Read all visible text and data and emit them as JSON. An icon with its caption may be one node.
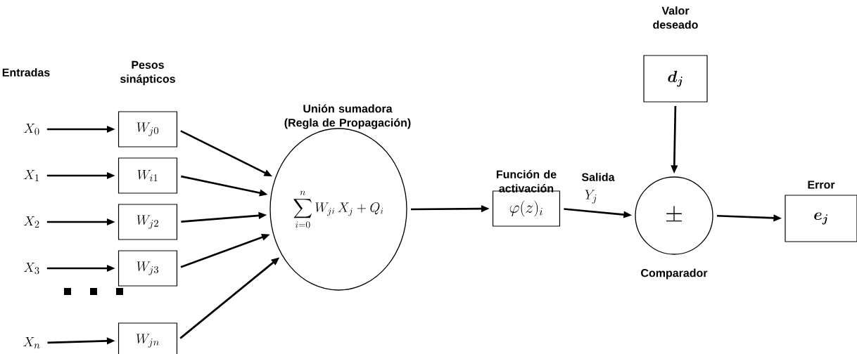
{
  "diagram": {
    "nodes": [
      {
        "text": [
          "X_{0}"
        ]
      },
      {
        "text": [
          "X_{1}"
        ]
      },
      {
        "text": [
          "X_{2}"
        ]
      },
      {
        "text": [
          "X_{3}"
        ]
      },
      {
        "text": [
          "X_{n}"
        ]
      },
      {
        "text": [
          "W_{j0}"
        ]
      },
      {
        "text": [
          "W_{i1}"
        ]
      },
      {
        "text": [
          "W_{j2}"
        ]
      },
      {
        "text": [
          "W_{j3}"
        ]
      },
      {
        "text": [
          "W_{jn}"
        ]
      },
      {
        "text": [
          "Unión sumadora (Regla de Propagación)",
          "\\sum_{i=0}^{n} W_{ji}\\,X_{j} + Q_{i}"
        ]
      },
      {
        "text": [
          "Función de activación",
          "\\varphi(z)_{i}"
        ]
      },
      {
        "text": [
          "Valor deseado",
          "\\boldsymbol{d_{j}}"
        ]
      },
      {
        "text": [
          "\\pm"
        ],
        "beside": [
          "Comparador"
        ]
      },
      {
        "text": [
          "Error",
          "\\boldsymbol{e_{j}}"
        ]
      }
    ],
    "edges": [
      {
        "from": 0,
        "to": 5,
        "arrow": "to"
      },
      {
        "from": 1,
        "to": 6,
        "arrow": "to"
      },
      {
        "from": 2,
        "to": 7,
        "arrow": "to"
      },
      {
        "from": 3,
        "to": 8,
        "arrow": "to"
      },
      {
        "from": 4,
        "to": 9,
        "arrow": "to"
      },
      {
        "from": 5,
        "to": 10,
        "arrow": "to"
      },
      {
        "from": 6,
        "to": 10,
        "arrow": "to"
      },
      {
        "from": 7,
        "to": 10,
        "arrow": "to"
      },
      {
        "from": 8,
        "to": 10,
        "arrow": "to"
      },
      {
        "from": 9,
        "to": 10,
        "arrow": "to"
      },
      {
        "from": 10,
        "to": 11,
        "arrow": "to"
      },
      {
        "from": 11,
        "to": 13,
        "arrow": "to"
      },
      {
        "from": 12,
        "to": 13,
        "arrow": "to"
      },
      {
        "from": 13,
        "to": 14,
        "arrow": "to"
      }
    ],
    "labels": [
      "Entradas",
      "Pesos sinápticos",
      "Salida",
      "Y_{j}"
    ]
  }
}
